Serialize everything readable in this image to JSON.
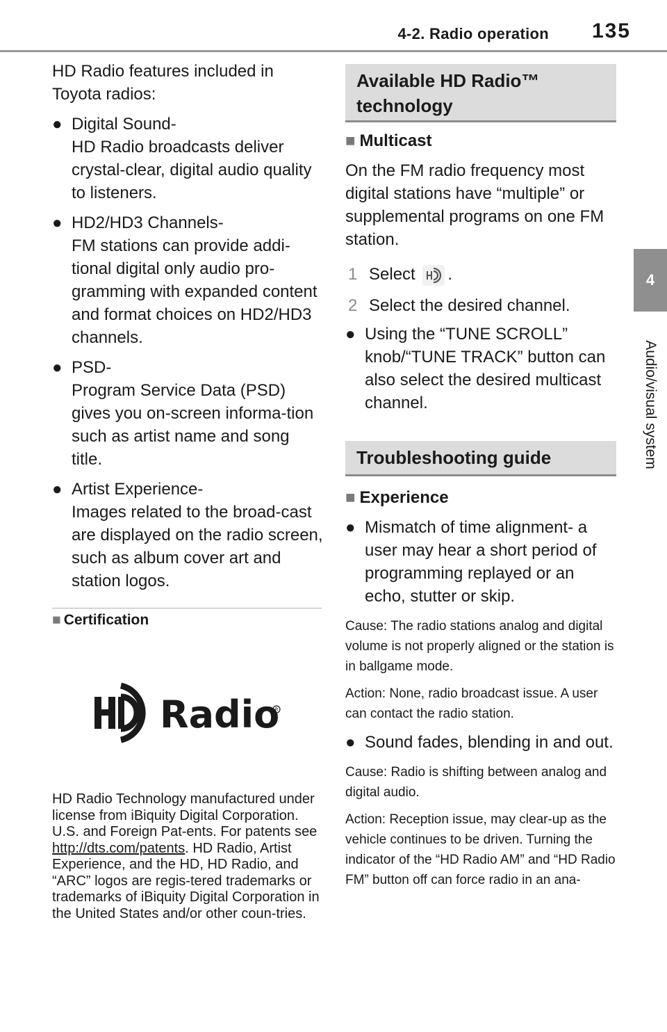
{
  "header": {
    "section_title": "4-2. Radio operation",
    "page_number": "135"
  },
  "side_tab": {
    "chapter": "4",
    "label": "Audio/visual system"
  },
  "left_column": {
    "intro": "HD Radio features included in Toyota radios:",
    "features": [
      {
        "title": "Digital Sound-",
        "body": "HD Radio broadcasts deliver crystal-clear, digital audio quality to listeners."
      },
      {
        "title": "HD2/HD3 Channels-",
        "body": "FM stations can provide addi-tional digital only audio pro-gramming with expanded content and format choices on HD2/HD3 channels."
      },
      {
        "title": "PSD-",
        "body": "Program Service Data (PSD) gives you on-screen informa-tion such as artist name and song title."
      },
      {
        "title": "Artist Experience-",
        "body": "Images related to the broad-cast are displayed on the radio screen, such as album cover art and station logos."
      }
    ],
    "certification_heading": "Certification",
    "logo_text": "HD Radio",
    "legal_text_1": "HD Radio Technology manufactured under license from iBiquity Digital Corporation. U.S. and Foreign Pat-ents. For patents see",
    "legal_link": "http://dts.com/patents",
    "legal_text_2": ". HD Radio, Artist Experience, and the HD, HD Radio, and “ARC” logos are regis-tered trademarks or trademarks of iBiquity Digital Corporation in the United States and/or other coun-tries."
  },
  "right_column": {
    "section1_title": "Available HD Radio™ technology",
    "multicast_heading": "Multicast",
    "multicast_body": "On the FM radio frequency most digital stations have “multiple” or supplemental programs on one FM station.",
    "step1_num": "1",
    "step1_text": "Select",
    "step1_end": ".",
    "step2_num": "2",
    "step2_text": "Select the desired channel.",
    "multicast_note": "Using the “TUNE SCROLL” knob/“TUNE TRACK” button can also select the desired multicast channel.",
    "section2_title": "Troubleshooting guide",
    "experience_heading": "Experience",
    "issue1": "Mismatch of time alignment- a user may hear a short period of programming replayed or an echo, stutter or skip.",
    "issue1_cause": "Cause: The radio stations analog and digital volume is not properly aligned or the station is in ballgame mode.",
    "issue1_action": "Action: None, radio broadcast issue. A user can contact the radio station.",
    "issue2": "Sound fades, blending in and out.",
    "issue2_cause": "Cause: Radio is shifting between analog and digital audio.",
    "issue2_action": "Action: Reception issue, may clear-up as the vehicle continues to be driven. Turning the indicator of the “HD Radio AM” and “HD Radio FM” button off can force radio in an ana-"
  },
  "glyphs": {
    "bullet": "●",
    "square": "■"
  }
}
